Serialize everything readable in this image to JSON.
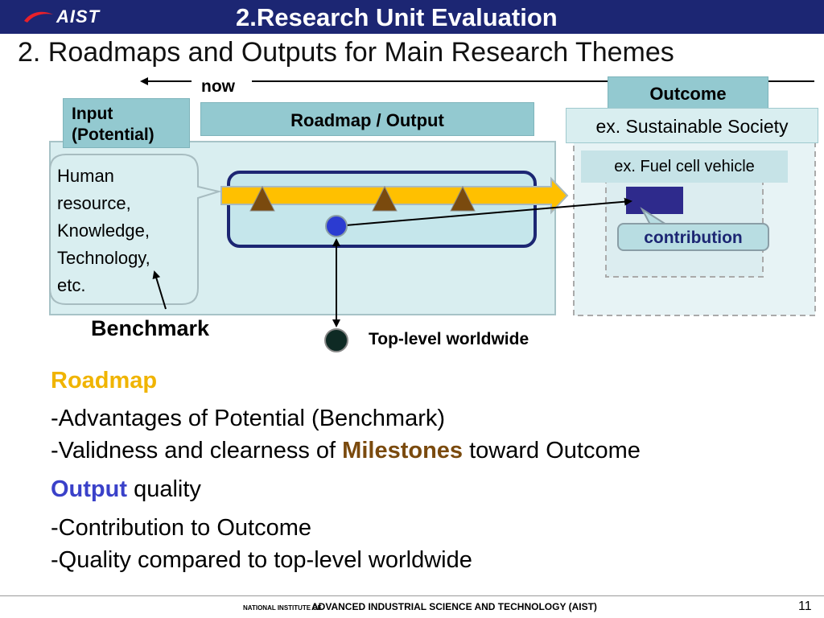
{
  "header": {
    "logo_text": "AIST",
    "unit_title": "2.Research Unit Evaluation",
    "slide_title": "2. Roadmaps and Outputs for Main Research Themes"
  },
  "diagram": {
    "now": "now",
    "input_label": [
      "Input",
      "(Potential)"
    ],
    "roadmap_output": "Roadmap / Output",
    "outcome": "Outcome",
    "society_example": "ex. Sustainable Society",
    "fuel_cell_example": "ex. Fuel cell vehicle",
    "potential_items": [
      "Human",
      "resource,",
      "Knowledge,",
      "Technology,",
      "etc."
    ],
    "contribution": "contribution",
    "benchmark": "Benchmark",
    "top_level": "Top-level worldwide",
    "colors": {
      "header_bg": "#1c2673",
      "teal": "#93c9d0",
      "arrow_fill": "#ffc000",
      "milestone": "#7a4a0e",
      "output_dot": "#2b3bd1",
      "top_dot": "#0e2a24"
    }
  },
  "body": {
    "roadmap_heading": "Roadmap",
    "roadmap_point_1": "-Advantages of Potential (Benchmark)",
    "roadmap_point_2_prefix": "-Validness and clearness of ",
    "roadmap_point_2_bold": "Milestones",
    "roadmap_point_2_suffix": " toward Outcome",
    "output_heading_bold": "Output",
    "output_heading_rest": " quality",
    "output_point_1": "-Contribution to Outcome",
    "output_point_2": "-Quality compared to top-level worldwide"
  },
  "footer": {
    "prefix": "NATIONAL INSTITUTE OF",
    "organization": "ADVANCED INDUSTRIAL SCIENCE AND TECHNOLOGY (AIST)",
    "page_number": "11"
  }
}
